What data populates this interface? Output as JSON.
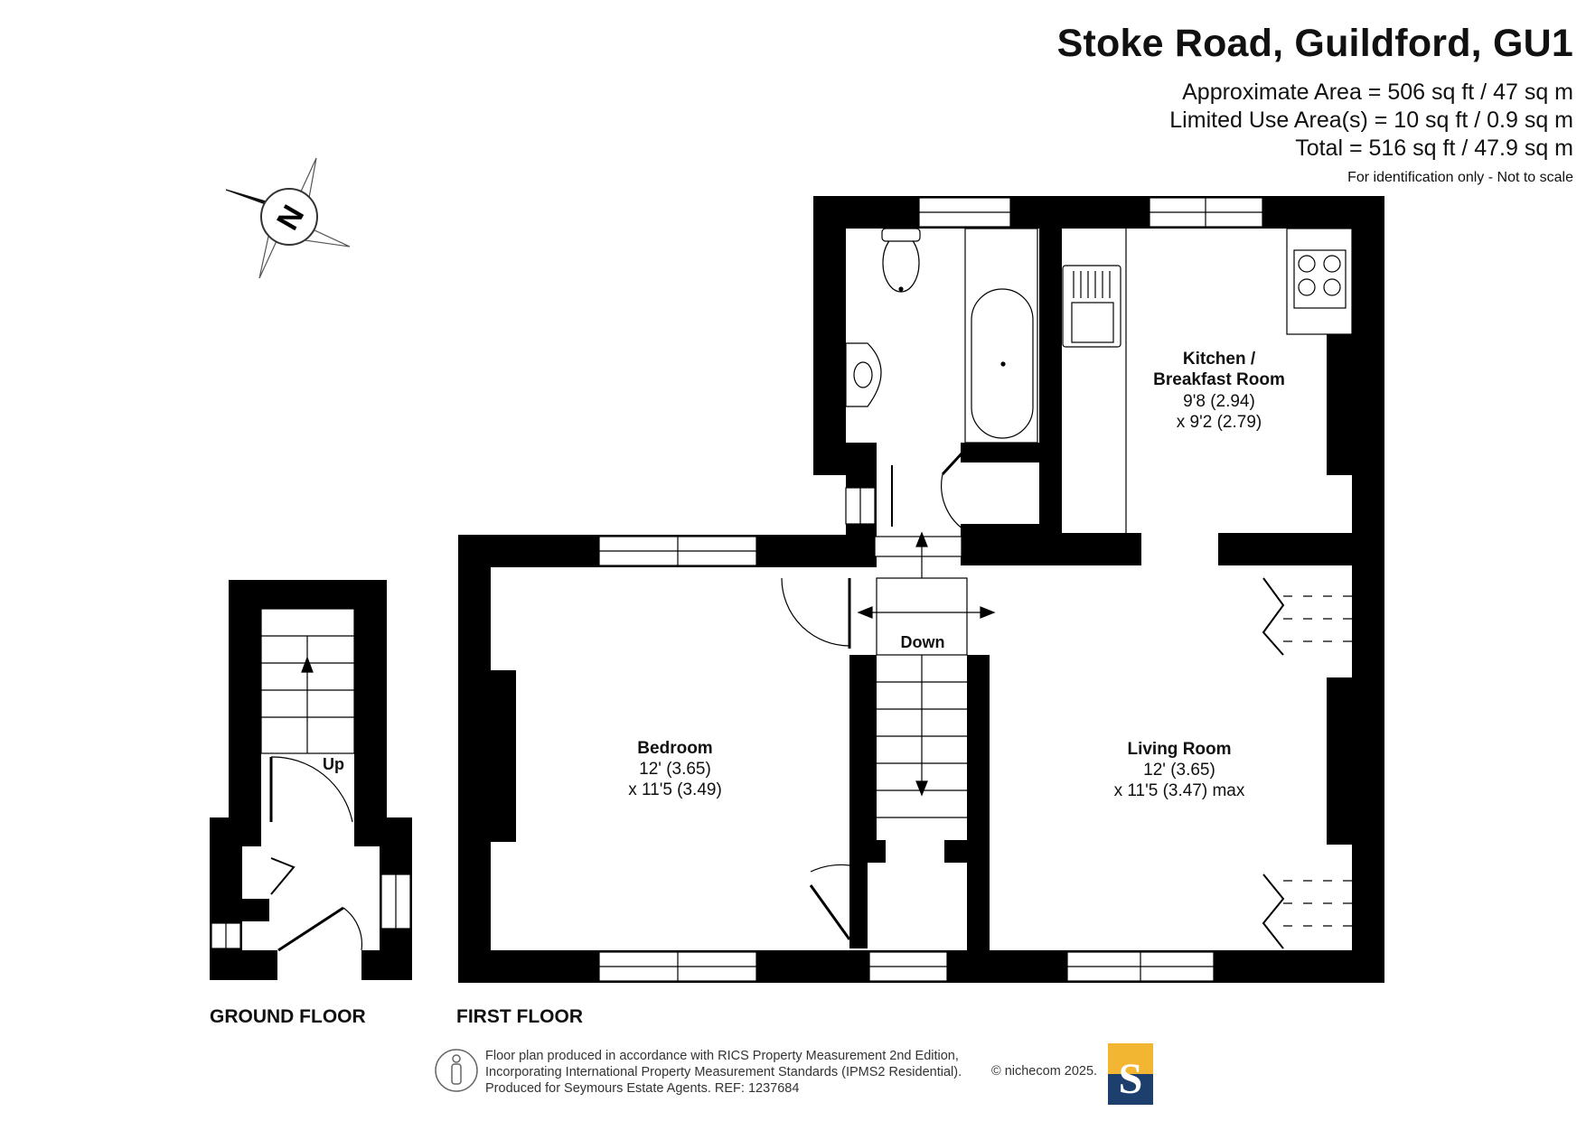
{
  "header": {
    "title": "Stoke Road, Guildford, GU1",
    "approx_area": "Approximate Area = 506 sq ft / 47 sq m",
    "limited_area": "Limited Use Area(s) = 10 sq ft / 0.9 sq m",
    "total": "Total = 516 sq ft / 47.9 sq m",
    "note": "For identification only - Not to scale"
  },
  "compass": {
    "letter": "N"
  },
  "rooms": {
    "kitchen": {
      "name_line1": "Kitchen /",
      "name_line2": "Breakfast Room",
      "dim1": "9'8 (2.94)",
      "dim2": "x 9'2 (2.79)"
    },
    "bedroom": {
      "name": "Bedroom",
      "dim1": "12' (3.65)",
      "dim2": "x 11'5 (3.49)"
    },
    "living": {
      "name": "Living Room",
      "dim1": "12' (3.65)",
      "dim2": "x 11'5 (3.47) max"
    }
  },
  "stairs": {
    "down": "Down",
    "up": "Up"
  },
  "floors": {
    "ground": "GROUND FLOOR",
    "first": "FIRST FLOOR"
  },
  "footer": {
    "line1": "Floor plan produced in accordance with RICS Property Measurement 2nd Edition,",
    "line2": "Incorporating International Property Measurement Standards (IPMS2 Residential).",
    "line3": "Produced for Seymours Estate Agents.   REF: 1237684",
    "copyright": "© nichecom 2025."
  },
  "logo": {
    "letter": "S",
    "top_color": "#F2B632",
    "bottom_color": "#1D3F6E"
  }
}
